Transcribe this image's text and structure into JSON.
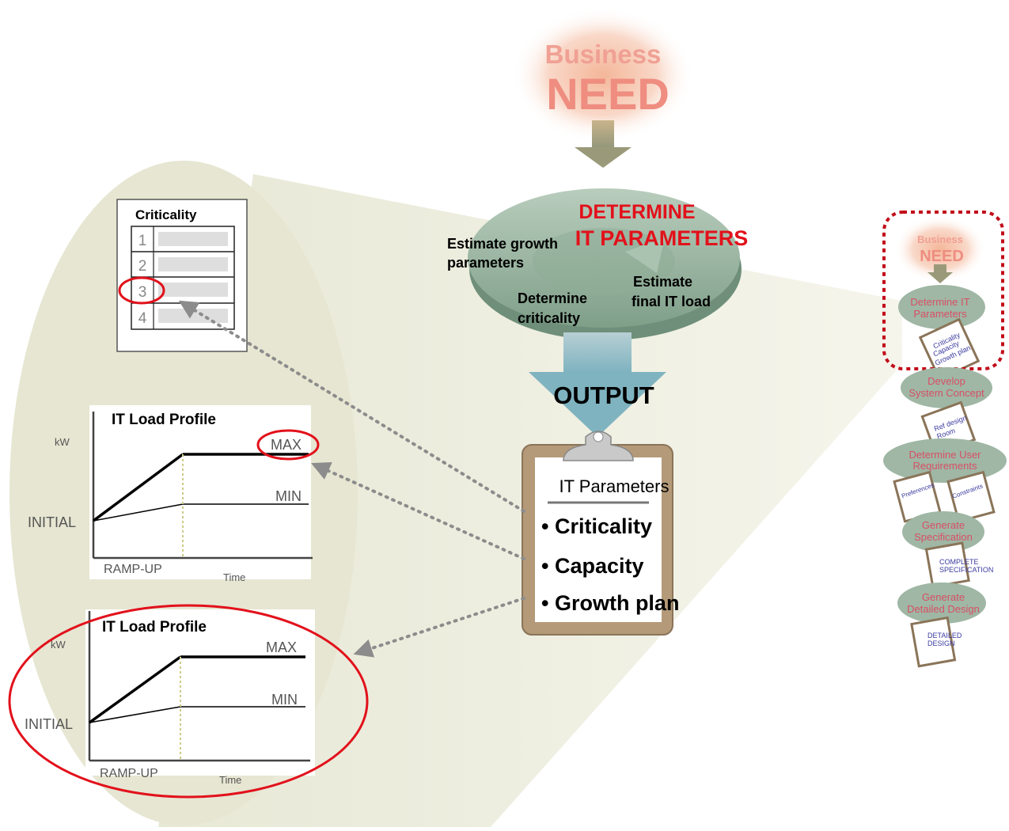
{
  "colors": {
    "red": "#e2111b",
    "sage": "#9fb7a4",
    "sage_dark": "#6f8f7a",
    "panel": "#e6e6d2",
    "steel": "#7fb3c0",
    "clip_brown": "#b49a78",
    "dots": "#8c8c8c",
    "pink_text": "#d84f66",
    "blue_text": "#3a3aa0"
  },
  "business_need": {
    "line1": "Business",
    "line2": "NEED"
  },
  "cycle": {
    "title1": "DETERMINE",
    "title2": "IT PARAMETERS",
    "step_growth1": "Estimate growth",
    "step_growth2": "parameters",
    "step_final1": "Estimate",
    "step_final2": "final IT load",
    "step_crit1": "Determine",
    "step_crit2": "criticality"
  },
  "output_label": "OUTPUT",
  "clipboard": {
    "heading": "IT Parameters",
    "items": [
      "• Criticality",
      "• Capacity",
      "• Growth plan"
    ]
  },
  "criticality_table": {
    "title": "Criticality",
    "rows": [
      "1",
      "2",
      "3",
      "4"
    ]
  },
  "load_profile_top": {
    "title": "IT Load Profile",
    "y_unit": "kW",
    "max": "MAX",
    "min": "MIN",
    "initial": "INITIAL",
    "ramp": "RAMP-UP",
    "time": "Time"
  },
  "load_profile_bottom": {
    "title": "IT Load Profile",
    "y_unit": "kW",
    "max": "MAX",
    "min": "MIN",
    "initial": "INITIAL",
    "ramp": "RAMP-UP",
    "time": "Time"
  },
  "process": {
    "business1": "Business",
    "business2": "NEED",
    "steps": [
      {
        "line1": "Determine IT",
        "line2": "Parameters",
        "docs": [
          "Criticality",
          "Capacity",
          "Growth plan"
        ]
      },
      {
        "line1": "Develop",
        "line2": "System Concept",
        "docs": [
          "Ref design",
          "Room"
        ]
      },
      {
        "line1": "Determine User",
        "line2": "Requirements",
        "docs": [
          "Preferences",
          "Constraints"
        ]
      },
      {
        "line1": "Generate",
        "line2": "Specification",
        "docs": [
          "COMPLETE",
          "SPECIFICATION"
        ]
      },
      {
        "line1": "Generate",
        "line2": "Detailed Design",
        "docs": [
          "DETAILED",
          "DESIGN"
        ]
      }
    ]
  }
}
